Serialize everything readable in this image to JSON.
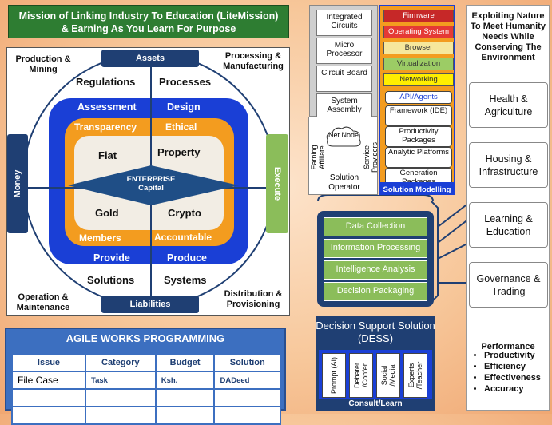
{
  "title": {
    "line1": "Mission of Linking Industry To Education (LiteMission)",
    "line2": "& Earning As You Learn For Purpose"
  },
  "diagram": {
    "corners": {
      "top_left": [
        "Production &",
        "Mining"
      ],
      "top_right": [
        "Processing &",
        "Manufacturing"
      ],
      "bottom_left": [
        "Operation &",
        "Maintenance"
      ],
      "bottom_right": [
        "Distribution &",
        "Provisioning"
      ]
    },
    "tabs": {
      "top": "Assets",
      "bottom": "Liabilities",
      "left": "Money",
      "right": "Execute"
    },
    "outer": {
      "tl": "Regulations",
      "tr": "Processes",
      "bl": "Solutions",
      "br": "Systems"
    },
    "blue": {
      "tl": "Assessment",
      "tr": "Design",
      "bl": "Provide",
      "br": "Produce"
    },
    "orange": {
      "tl": "Transparency",
      "tr": "Ethical",
      "bl": "Members",
      "br": "Accountable"
    },
    "inner": {
      "tl": "Fiat",
      "tr": "Property",
      "bl": "Gold",
      "br": "Crypto"
    },
    "center": {
      "line1": "ENTERPRISE",
      "line2": "Capital"
    }
  },
  "agile": {
    "title": "AGILE WORKS PROGRAMMING",
    "headers": [
      "Issue",
      "Category",
      "Budget",
      "Solution"
    ],
    "row1": [
      "File Case",
      "Task",
      "Ksh.",
      "DADeed"
    ]
  },
  "hardware": [
    "Integrated Circuits",
    "Micro Processor",
    "Circuit Board",
    "System Assembly"
  ],
  "stack": [
    {
      "label": "Firmware",
      "bg": "#c62828",
      "fg": "#ffffff"
    },
    {
      "label": "Operating System",
      "bg": "#e53935",
      "fg": "#ffffff"
    },
    {
      "label": "Browser",
      "bg": "#f6e79c",
      "fg": "#333333"
    },
    {
      "label": "Virtualization",
      "bg": "#9ccc65",
      "fg": "#333333"
    },
    {
      "label": "Networking",
      "bg": "#ffee00",
      "fg": "#333333"
    }
  ],
  "modelling": {
    "api": "API/Agents",
    "items": [
      "Framework (IDE)",
      "Productivity Packages",
      "Analytic Platforms",
      "Generation Packages"
    ],
    "footer": "Solution Modelling"
  },
  "operator": {
    "affiliate": "Earning Affiliate",
    "node": "Net Node",
    "providers": "Service Providers",
    "footer": "Solution Operator"
  },
  "pipeline": [
    "Data Collection",
    "Information Processing",
    "Intelligence Analysis",
    "Decision Packaging"
  ],
  "dess": {
    "title": "Decision Support Solution (DESS)",
    "items": [
      "Prompt (AI)",
      "Debater /Confer",
      "Social /Media",
      "Experts /Teacher"
    ],
    "footer": "Consult/Learn"
  },
  "right": {
    "heading": "Exploiting Nature To Meet Humanity Needs While Conserving The Environment",
    "cards": [
      "Health & Agriculture",
      "Housing & Infrastructure",
      "Learning & Education",
      "Governance & Trading"
    ],
    "performance_title": "Performance",
    "performance": [
      "Productivity",
      "Efficiency",
      "Effectiveness",
      "Accuracy"
    ]
  },
  "colors": {
    "navy": "#1f3f73",
    "royal": "#1a3fd6",
    "orange": "#f39c1f",
    "green": "#8bbd5a",
    "title_green": "#2e7d32"
  }
}
